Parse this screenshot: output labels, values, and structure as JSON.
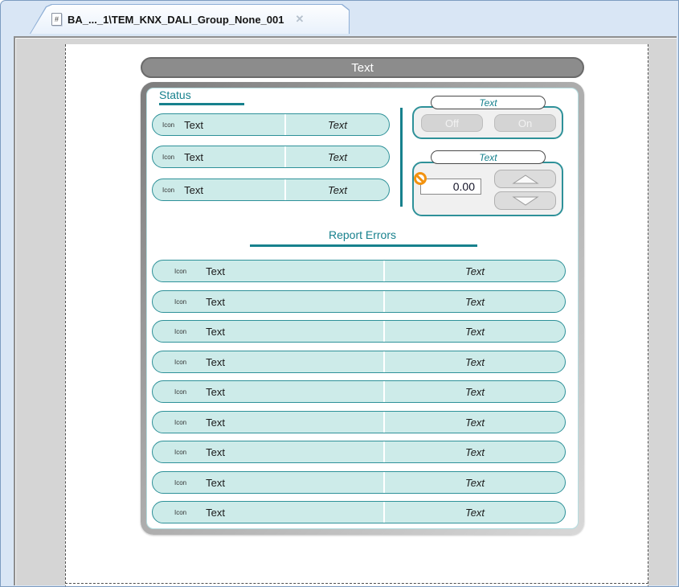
{
  "window": {
    "tab": {
      "icon_glyph": "#",
      "title": "BA_..._1\\TEM_KNX_DALI_Group_None_001",
      "close_glyph": "✕"
    }
  },
  "template": {
    "header_title": "Text",
    "status": {
      "title": "Status",
      "rows": [
        {
          "icon_label": "Icon",
          "text": "Text",
          "value": "Text"
        },
        {
          "icon_label": "Icon",
          "text": "Text",
          "value": "Text"
        },
        {
          "icon_label": "Icon",
          "text": "Text",
          "value": "Text"
        }
      ]
    },
    "switch_group": {
      "title": "Text",
      "off_label": "Off",
      "on_label": "On"
    },
    "value_group": {
      "title": "Text",
      "value": "0.00"
    },
    "report": {
      "title": "Report Errors",
      "rows": [
        {
          "icon_label": "Icon",
          "text": "Text",
          "value": "Text"
        },
        {
          "icon_label": "Icon",
          "text": "Text",
          "value": "Text"
        },
        {
          "icon_label": "Icon",
          "text": "Text",
          "value": "Text"
        },
        {
          "icon_label": "Icon",
          "text": "Text",
          "value": "Text"
        },
        {
          "icon_label": "Icon",
          "text": "Text",
          "value": "Text"
        },
        {
          "icon_label": "Icon",
          "text": "Text",
          "value": "Text"
        },
        {
          "icon_label": "Icon",
          "text": "Text",
          "value": "Text"
        },
        {
          "icon_label": "Icon",
          "text": "Text",
          "value": "Text"
        },
        {
          "icon_label": "Icon",
          "text": "Text",
          "value": "Text"
        }
      ]
    }
  },
  "colors": {
    "teal_accent": "#17818d",
    "row_fill": "#cdebe9",
    "row_border": "#2e9199",
    "header_gray": "#8c8c8c",
    "warning_orange": "#f2920f",
    "tab_strip_blue": "#d9e6f5"
  }
}
